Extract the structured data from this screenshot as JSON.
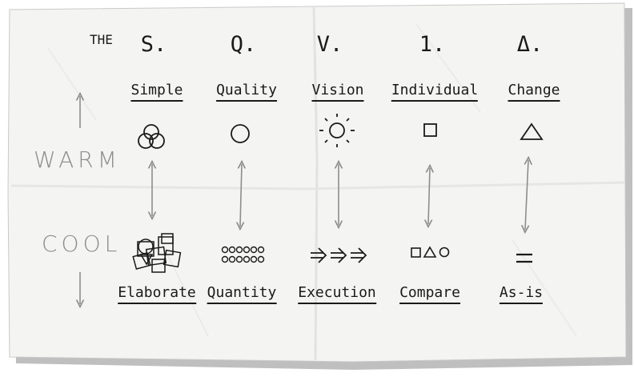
{
  "header": {
    "prefix": "THE",
    "letters": [
      "S.",
      "Q.",
      "V.",
      "1.",
      "Δ."
    ]
  },
  "axis": {
    "warm_label": "WARM",
    "cool_label": "COOL"
  },
  "columns": [
    {
      "top": "Simple",
      "top_icon": "venn-circles-icon",
      "bottom": "Elaborate",
      "bottom_icon": "messy-squares-icon"
    },
    {
      "top": "Quality",
      "top_icon": "circle-icon",
      "bottom": "Quantity",
      "bottom_icon": "many-circles-icon"
    },
    {
      "top": "Vision",
      "top_icon": "sun-icon",
      "bottom": "Execution",
      "bottom_icon": "arrows-icon"
    },
    {
      "top": "Individual",
      "top_icon": "square-icon",
      "bottom": "Compare",
      "bottom_icon": "shapes-row-icon"
    },
    {
      "top": "Change",
      "top_icon": "triangle-icon",
      "bottom": "As-is",
      "bottom_icon": "equals-icon"
    }
  ],
  "colors": {
    "ink": "#1a1a1a",
    "pencil": "#8d8d8d",
    "paper": "#f4f4f2"
  }
}
